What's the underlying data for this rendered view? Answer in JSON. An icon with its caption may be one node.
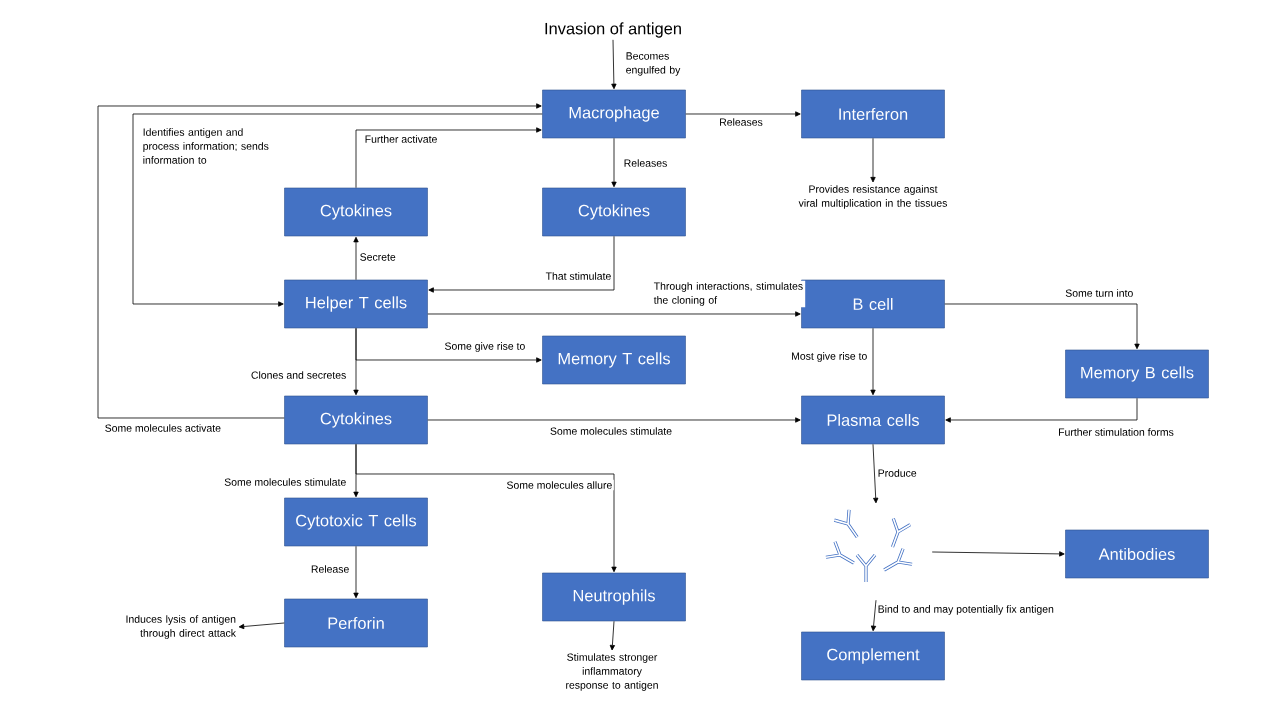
{
  "diagram": {
    "nodes": [
      {
        "text": [
          "Invasion of antigen"
        ]
      },
      {
        "text": [
          "Macrophage"
        ]
      },
      {
        "text": [
          "Interferon"
        ]
      },
      {
        "text": [
          "Provides resistance against viral multiplication in the tissues"
        ]
      },
      {
        "text": [
          "Cytokines"
        ]
      },
      {
        "text": [
          "Cytokines"
        ]
      },
      {
        "text": [
          "Helper T cells"
        ]
      },
      {
        "text": [
          "B cell"
        ]
      },
      {
        "text": [
          "Memory T cells"
        ]
      },
      {
        "text": [
          "Memory B cells"
        ]
      },
      {
        "text": [
          "Cytokines"
        ]
      },
      {
        "text": [
          "Plasma cells"
        ]
      },
      {
        "text": [
          "Cytotoxic T cells"
        ]
      },
      {
        "text": [
          "Neutrophils"
        ]
      },
      {
        "text": [],
        "shape": "picture"
      },
      {
        "text": [
          "Antibodies"
        ]
      },
      {
        "text": [
          "Perforin"
        ]
      },
      {
        "text": [
          "Induces lysis of antigen through direct attack"
        ]
      },
      {
        "text": [
          "Complement"
        ]
      },
      {
        "text": [
          "Stimulates stronger inflammatory response to antigen"
        ]
      }
    ],
    "edges": [
      {
        "from": 0,
        "to": 1,
        "arrow": "to",
        "label": "Becomes engulfed by"
      },
      {
        "from": 1,
        "to": 2,
        "arrow": "to",
        "label": "Releases"
      },
      {
        "from": 2,
        "to": 3,
        "arrow": "to"
      },
      {
        "from": 1,
        "to": 5,
        "arrow": "to",
        "label": "Releases"
      },
      {
        "from": 1,
        "to": 6,
        "arrow": "to",
        "label": "Identifies antigen and process information; sends information to"
      },
      {
        "from": 4,
        "to": 1,
        "arrow": "to",
        "label": "Further activate"
      },
      {
        "from": 6,
        "to": 4,
        "arrow": "to",
        "label": "Secrete"
      },
      {
        "from": 5,
        "to": 6,
        "arrow": "to",
        "label": "That stimulate"
      },
      {
        "from": 6,
        "to": 7,
        "arrow": "to",
        "label": "Through interactions, stimulates the cloning of"
      },
      {
        "from": 6,
        "to": 8,
        "arrow": "to",
        "label": "Some give rise to"
      },
      {
        "from": 6,
        "to": 10,
        "arrow": "to",
        "label": "Clones and secretes"
      },
      {
        "from": 10,
        "to": 1,
        "arrow": "to",
        "label": "Some molecules activate"
      },
      {
        "from": 10,
        "to": 11,
        "arrow": "to",
        "label": "Some molecules stimulate"
      },
      {
        "from": 10,
        "to": 12,
        "arrow": "to",
        "label": "Some molecules stimulate"
      },
      {
        "from": 10,
        "to": 13,
        "arrow": "to",
        "label": "Some molecules allure"
      },
      {
        "from": 7,
        "to": 9,
        "arrow": "to",
        "label": "Some turn into"
      },
      {
        "from": 7,
        "to": 11,
        "arrow": "to",
        "label": "Most give rise to"
      },
      {
        "from": 9,
        "to": 11,
        "arrow": "to",
        "label": "Further stimulation forms"
      },
      {
        "from": 11,
        "to": 14,
        "arrow": "to",
        "label": "Produce"
      },
      {
        "from": 14,
        "to": 15,
        "arrow": "to"
      },
      {
        "from": 14,
        "to": 18,
        "arrow": "to",
        "label": "Bind to and may potentially fix antigen"
      },
      {
        "from": 12,
        "to": 16,
        "arrow": "to",
        "label": "Release"
      },
      {
        "from": 16,
        "to": 17,
        "arrow": "to"
      },
      {
        "from": 13,
        "to": 19,
        "arrow": "to"
      }
    ]
  }
}
